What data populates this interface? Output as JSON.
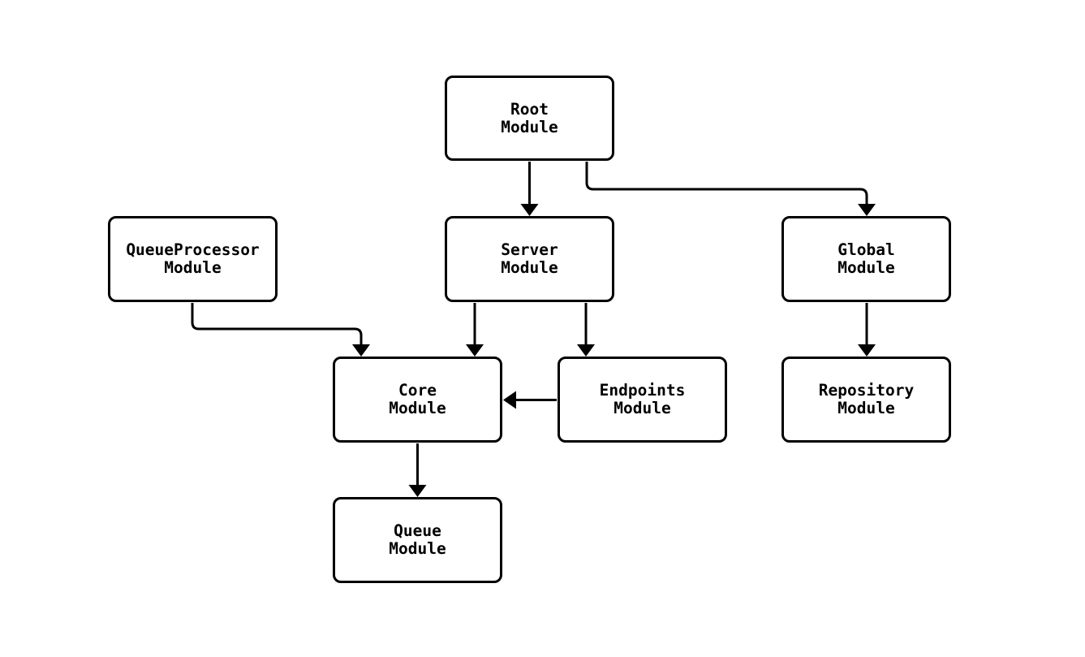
{
  "diagram": {
    "type": "module-dependency-flowchart",
    "background_color": "#ffffff",
    "node_fill_color": "#ffffff",
    "node_border_color": "#000000",
    "edge_color": "#000000",
    "text_color": "#000000",
    "nodes": [
      {
        "id": "root",
        "line1": "Root",
        "line2": "Module"
      },
      {
        "id": "queueprocessor",
        "line1": "QueueProcessor",
        "line2": "Module"
      },
      {
        "id": "server",
        "line1": "Server",
        "line2": "Module"
      },
      {
        "id": "global",
        "line1": "Global",
        "line2": "Module"
      },
      {
        "id": "core",
        "line1": "Core",
        "line2": "Module"
      },
      {
        "id": "endpoints",
        "line1": "Endpoints",
        "line2": "Module"
      },
      {
        "id": "repository",
        "line1": "Repository",
        "line2": "Module"
      },
      {
        "id": "queue",
        "line1": "Queue",
        "line2": "Module"
      }
    ],
    "edges": [
      {
        "from": "Root Module",
        "to": "Server Module"
      },
      {
        "from": "Root Module",
        "to": "Global Module"
      },
      {
        "from": "QueueProcessor Module",
        "to": "Core Module"
      },
      {
        "from": "Server Module",
        "to": "Core Module"
      },
      {
        "from": "Server Module",
        "to": "Endpoints Module"
      },
      {
        "from": "Endpoints Module",
        "to": "Core Module"
      },
      {
        "from": "Global Module",
        "to": "Repository Module"
      },
      {
        "from": "Core Module",
        "to": "Queue Module"
      }
    ]
  }
}
